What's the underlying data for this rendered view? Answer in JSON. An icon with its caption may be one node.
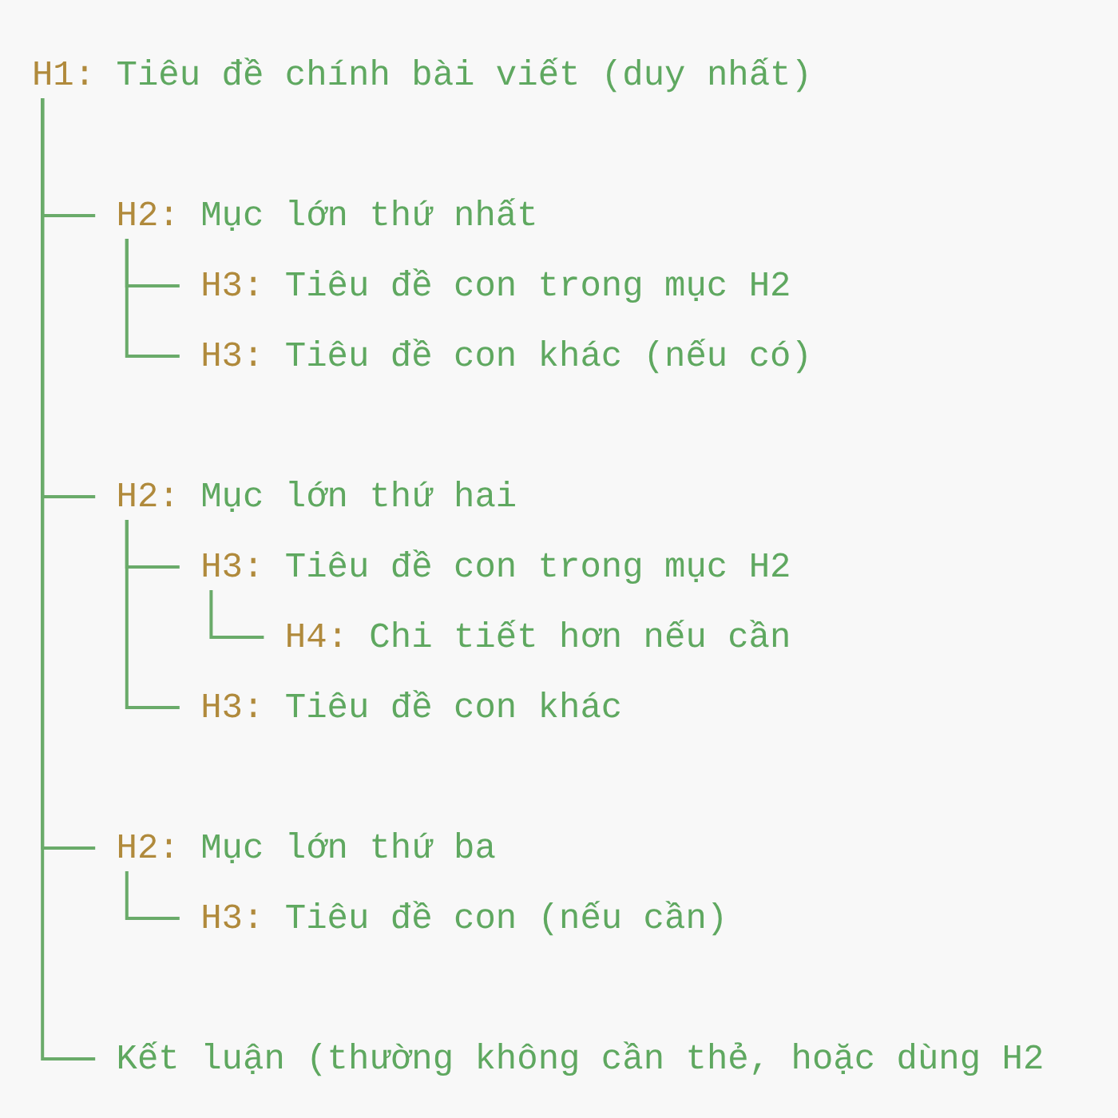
{
  "diagram": {
    "nodes": [
      {
        "text": [
          "H1:",
          "Tiêu đề chính bài viết (duy nhất)"
        ]
      },
      {
        "text": [
          "H2:",
          "Mục lớn thứ nhất"
        ]
      },
      {
        "text": [
          "H3:",
          "Tiêu đề con trong mục H2"
        ]
      },
      {
        "text": [
          "H3:",
          "Tiêu đề con khác (nếu có)"
        ]
      },
      {
        "text": [
          "H2:",
          "Mục lớn thứ hai"
        ]
      },
      {
        "text": [
          "H3:",
          "Tiêu đề con trong mục H2"
        ]
      },
      {
        "text": [
          "H4:",
          "Chi tiết hơn nếu cần"
        ]
      },
      {
        "text": [
          "H3:",
          "Tiêu đề con khác"
        ]
      },
      {
        "text": [
          "H2:",
          "Mục lớn thứ ba"
        ]
      },
      {
        "text": [
          "H3:",
          "Tiêu đề con (nếu cần)"
        ]
      },
      {
        "text": [
          "Kết luận (thường không cần thẻ, hoặc dùng H2"
        ]
      }
    ],
    "edges": [
      {
        "from": 0,
        "to": 1,
        "arrow": "none"
      },
      {
        "from": 1,
        "to": 2,
        "arrow": "none"
      },
      {
        "from": 1,
        "to": 3,
        "arrow": "none"
      },
      {
        "from": 0,
        "to": 4,
        "arrow": "none"
      },
      {
        "from": 4,
        "to": 5,
        "arrow": "none"
      },
      {
        "from": 5,
        "to": 6,
        "arrow": "none"
      },
      {
        "from": 4,
        "to": 7,
        "arrow": "none"
      },
      {
        "from": 0,
        "to": 8,
        "arrow": "none"
      },
      {
        "from": 8,
        "to": 9,
        "arrow": "none"
      },
      {
        "from": 0,
        "to": 10,
        "arrow": "none"
      }
    ]
  }
}
